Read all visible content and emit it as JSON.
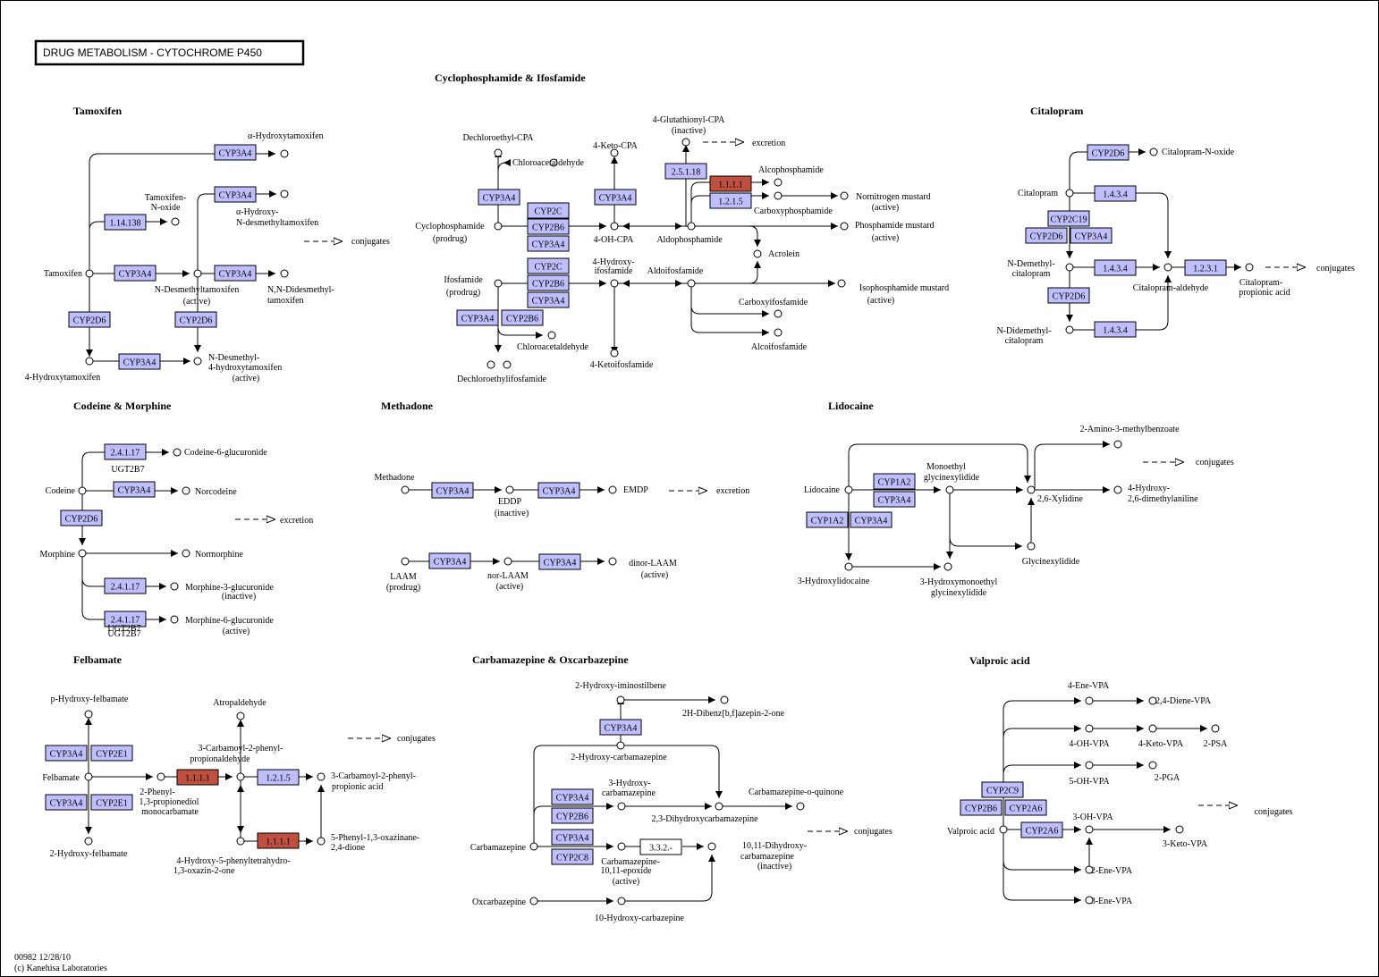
{
  "map_title": "DRUG  METABOLISM - CYTOCHROME P450",
  "footer": {
    "map_id": "00982 12/28/10",
    "copyright": "(c) Kanehisa Laboratories"
  },
  "colors": {
    "enzyme": "#bfbfff",
    "highlight": "#bf5040",
    "plain": "#ffffff",
    "line": "#000000"
  },
  "titles": [
    "Tamoxifen",
    "Cyclophosphamide & Ifosfamide",
    "Citalopram",
    "Codeine & Morphine",
    "Methadone",
    "Lidocaine",
    "Felbamate",
    "Carbamazepine & Oxcarbazepine",
    "Valproic acid"
  ],
  "enzymes": [
    "CYP3A4",
    "CYP3A4",
    "1.14.138",
    "CYP3A4",
    "CYP3A4",
    "CYP2D6",
    "CYP2D6",
    "CYP3A4",
    "CYP3A4",
    "CYP3A4",
    "2.5.1.18",
    "1.1.1.1",
    "1.2.1.5",
    "CYP2C",
    "CYP2B6",
    "CYP3A4",
    "CYP2C",
    "CYP2B6",
    "CYP3A4",
    "CYP3A4",
    "CYP2B6",
    "CYP2D6",
    "1.4.3.4",
    "CYP2C19",
    "CYP2D6",
    "CYP3A4",
    "1.4.3.4",
    "1.2.3.1",
    "CYP2D6",
    "1.4.3.4",
    "2.4.1.17",
    "CYP3A4",
    "CYP2D6",
    "2.4.1.17",
    "2.4.1.17",
    "CYP3A4",
    "CYP3A4",
    "CYP3A4",
    "CYP3A4",
    "CYP1A2",
    "CYP3A4",
    "CYP1A2",
    "CYP3A4",
    "CYP3A4",
    "CYP2E1",
    "CYP3A4",
    "CYP2E1",
    "1.1.1.1",
    "1.2.1.5",
    "1.1.1.1",
    "CYP3A4",
    "CYP3A4",
    "CYP2B6",
    "CYP3A4",
    "CYP2C8",
    "3.3.2.-",
    "CYP2C9",
    "CYP2B6",
    "CYP2A6",
    "CYP2A6"
  ],
  "labels": [
    "α-Hydroxytamoxifen",
    "Tamoxifen-",
    "N-oxide",
    "α-Hydroxy-",
    "N-desmethyltamoxifen",
    "conjugates",
    "Tamoxifen",
    "N-Desmethyltamoxifen",
    "(active)",
    "N,N-Didesmethyl-",
    "tamoxifen",
    "N-Desmethyl-",
    "4-hydroxytamoxifen",
    "(active)",
    "4-Hydroxytamoxifen",
    "Dechloroethyl-CPA",
    "Chloroacetaldehyde",
    "4-Keto-CPA",
    "4-Glutathionyl-CPA",
    "(inactive)",
    "excretion",
    "Alcophosphamide",
    "Carboxyphosphamide",
    "Nornitrogen mustard",
    "(active)",
    "Cyclophosphamide",
    "(prodrug)",
    "4-OH-CPA",
    "Aldophosphamide",
    "Phosphamide mustard",
    "(active)",
    "Acrolein",
    "Ifosfamide",
    "(prodrug)",
    "4-Hydroxy-",
    "ifosfamide",
    "Aldoifosfamide",
    "Isophosphamide mustard",
    "(active)",
    "Carboxyifosfamide",
    "Alcoifosfamide",
    "Chloroacetaldehyde",
    "Dechloroethylifosfamide",
    "4-Ketoifosfamide",
    "Citalopram-N-oxide",
    "Citalopram",
    "N-Demethyl-",
    "citalopram",
    "Citalopram-aldehyde",
    "Citalopram-",
    "propionic acid",
    "conjugates",
    "N-Didemethyl-",
    "citalopram",
    "Codeine-6-glucuronide",
    "UGT2B7",
    "Codeine",
    "Norcodeine",
    "excretion",
    "Morphine",
    "Normorphine",
    "Morphine-3-glucuronide",
    "(inactive)",
    "UGT2B7",
    "Morphine-6-glucuronide",
    "(active)",
    "UGT2B7",
    "Methadone",
    "EDDP",
    "(inactive)",
    "EMDP",
    "excretion",
    "LAAM",
    "(prodrug)",
    "nor-LAAM",
    "(active)",
    "dinor-LAAM",
    "(active)",
    "2-Amino-3-methylbenzoate",
    "conjugates",
    "Monoethyl",
    "glycinexylidide",
    "Lidocaine",
    "2,6-Xylidine",
    "4-Hydroxy-",
    "2,6-dimethylaniline",
    "Glycinexylidide",
    "3-Hydroxylidocaine",
    "3-Hydroxymonoethyl",
    "glycinexylidide",
    "p-Hydroxy-felbamate",
    "Atropaldehyde",
    "3-Carbamoyl-2-phenyl-",
    "propionaldehyde",
    "conjugates",
    "Felbamate",
    "2-Phenyl-",
    "1,3-propionediol",
    "monocarbamate",
    "3-Carbamoyl-2-phenyl-",
    "propionic acid",
    "2-Hydroxy-felbamate",
    "5-Phenyl-1,3-oxazinane-",
    "2,4-dione",
    "4-Hydroxy-5-phenyltetrahydro-",
    "1,3-oxazin-2-one",
    "2-Hydroxy-iminostilbene",
    "2H-Dibenz[b,f]azepin-2-one",
    "2-Hydroxy-carbamazepine",
    "Carbamazepine-o-quinone",
    "3-Hydroxy-",
    "carbamazepine",
    "2,3-Dihydroxycarbamazepine",
    "conjugates",
    "Carbamazepine",
    "10,11-Dihydroxy-",
    "carbamazepine",
    "(inactive)",
    "Carbamazepine-",
    "10,11-epoxide",
    "(active)",
    "Oxcarbazepine",
    "10-Hydroxy-carbazepine",
    "4-Ene-VPA",
    "2,4-Diene-VPA",
    "4-OH-VPA",
    "4-Keto-VPA",
    "2-PSA",
    "5-OH-VPA",
    "2-PGA",
    "conjugates",
    "3-OH-VPA",
    "Valproic acid",
    "3-Keto-VPA",
    "2-Ene-VPA",
    "3-Ene-VPA"
  ]
}
